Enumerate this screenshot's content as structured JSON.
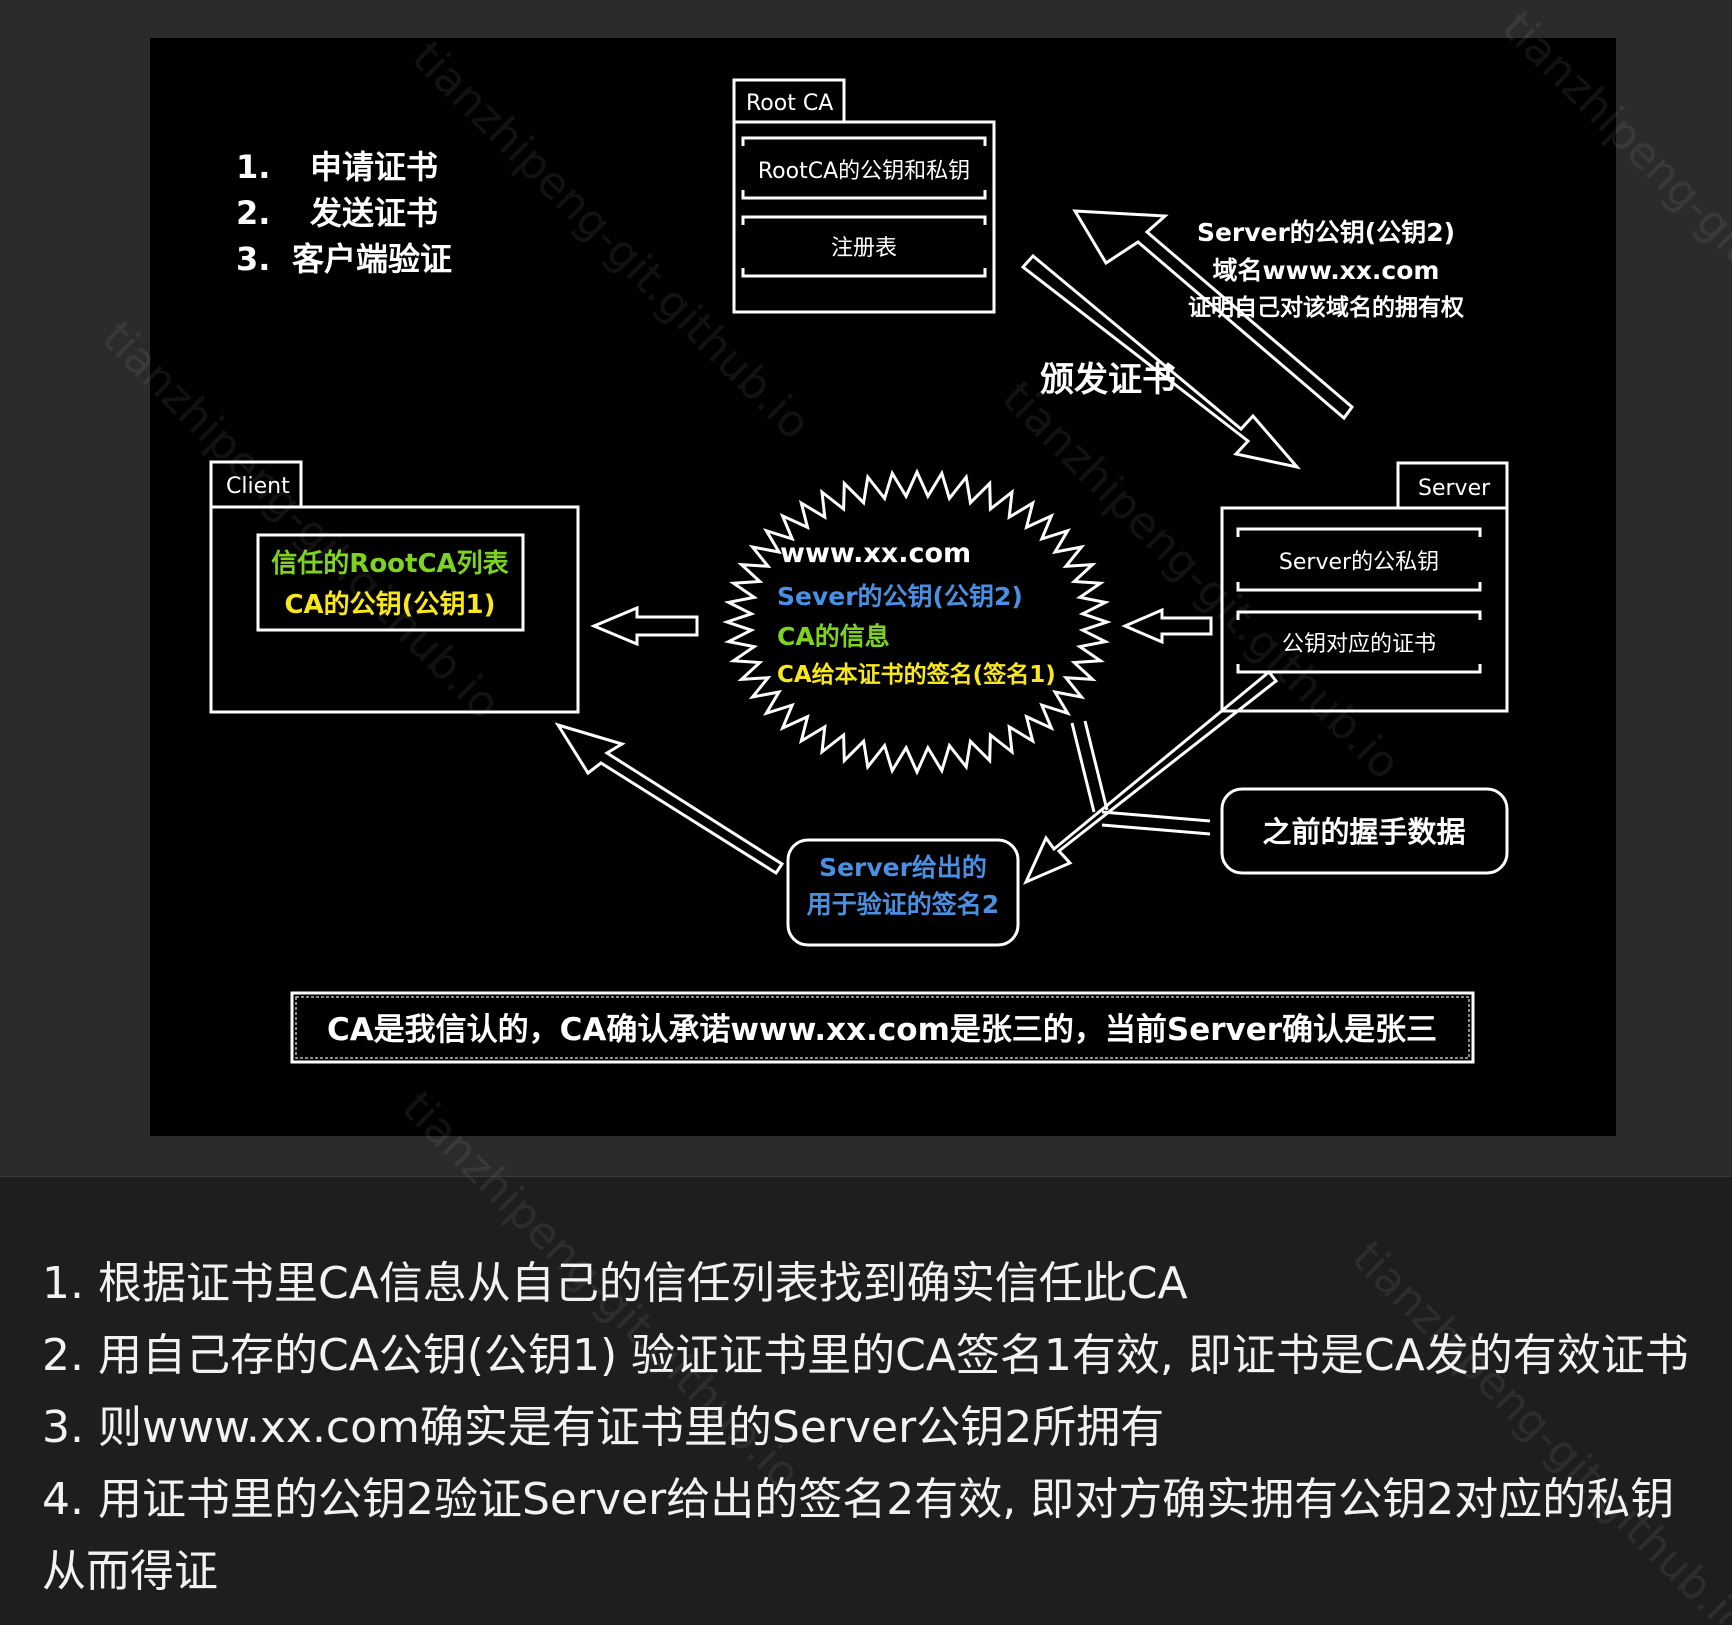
{
  "colors": {
    "canvas": "#000000",
    "stroke": "#ffffff",
    "green": "#7ed321",
    "yellow": "#f8e71c",
    "blue": "#4a90e2"
  },
  "steps": [
    {
      "num": "1.",
      "text": "申请证书"
    },
    {
      "num": "2.",
      "text": "发送证书"
    },
    {
      "num": "3.",
      "text": "客户端验证"
    }
  ],
  "root_ca": {
    "tab": "Root CA",
    "keys": "RootCA的公钥和私钥",
    "registry": "注册表"
  },
  "request": {
    "line1": "Server的公钥(公钥2)",
    "line2": "域名www.xx.com",
    "line3": "证明自己对该域名的拥有权"
  },
  "issue_label": "颁发证书",
  "client": {
    "tab": "Client",
    "trusted": "信任的RootCA列表",
    "ca_key": "CA的公钥(公钥1)"
  },
  "server": {
    "tab": "Server",
    "keypair": "Server的公私钥",
    "cert": "公钥对应的证书"
  },
  "certificate": {
    "domain": "www.xx.com",
    "pubkey": "Sever的公钥(公钥2)",
    "ca_info": "CA的信息",
    "signature": "CA给本证书的签名(签名1)"
  },
  "handshake": "之前的握手数据",
  "signature2": {
    "line1": "Server给出的",
    "line2": "用于验证的签名2"
  },
  "conclusion": "CA是我信认的，CA确认承诺www.xx.com是张三的，当前Server确认是张三",
  "notes": [
    "1. 根据证书里CA信息从自己的信任列表找到确实信任此CA",
    "2. 用自己存的CA公钥(公钥1) 验证证书里的CA签名1有效, 即证书是CA发的有效证书",
    "3. 则www.xx.com确实是有证书里的Server公钥2所拥有",
    "4. 用证书里的公钥2验证Server给出的签名2有效, 即对方确实拥有公钥2对应的私钥",
    "从而得证"
  ],
  "watermark": "tianzhipeng-git.github.io"
}
